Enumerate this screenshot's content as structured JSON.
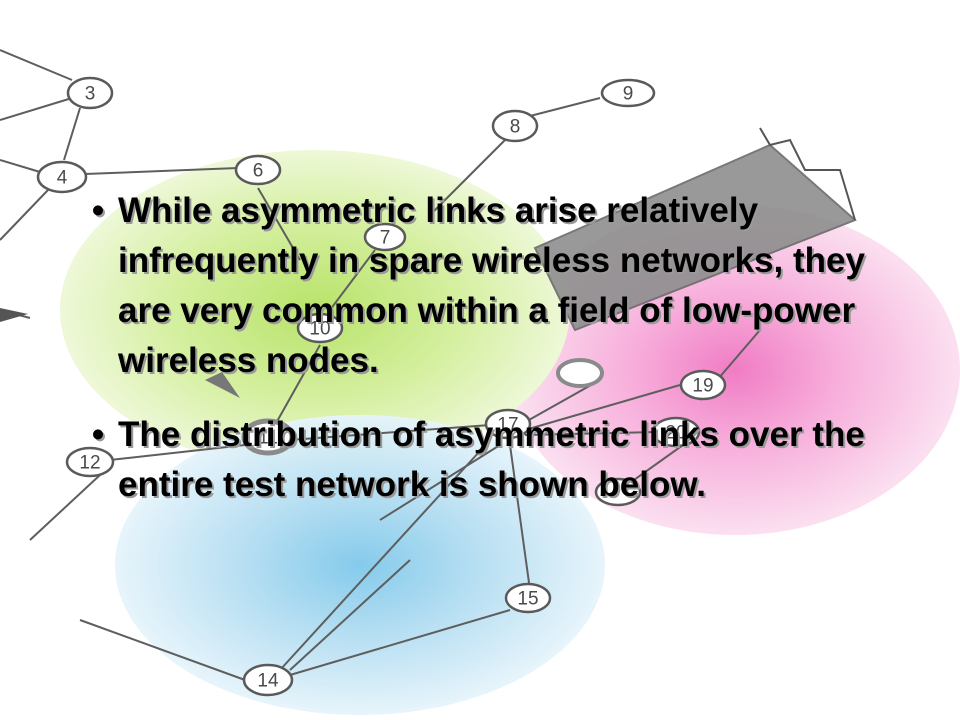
{
  "slide": {
    "bullets": [
      {
        "marker": "•",
        "text": "While asymmetric links arise relatively infrequently in spare wireless networks, they are very common within a field of low-power wireless nodes."
      },
      {
        "marker": "•",
        "text": "The distribution of asymmetric links over the entire test network is shown below."
      }
    ]
  },
  "network_diagram": {
    "node_labels": [
      "3",
      "4",
      "6",
      "7",
      "8",
      "9",
      "10",
      "11",
      "12",
      "14",
      "15",
      "17",
      "19",
      "20"
    ],
    "zone_colors": [
      "#c9eb86",
      "#f7a6d6",
      "#a7d8ee",
      "#8e8e8e"
    ]
  }
}
